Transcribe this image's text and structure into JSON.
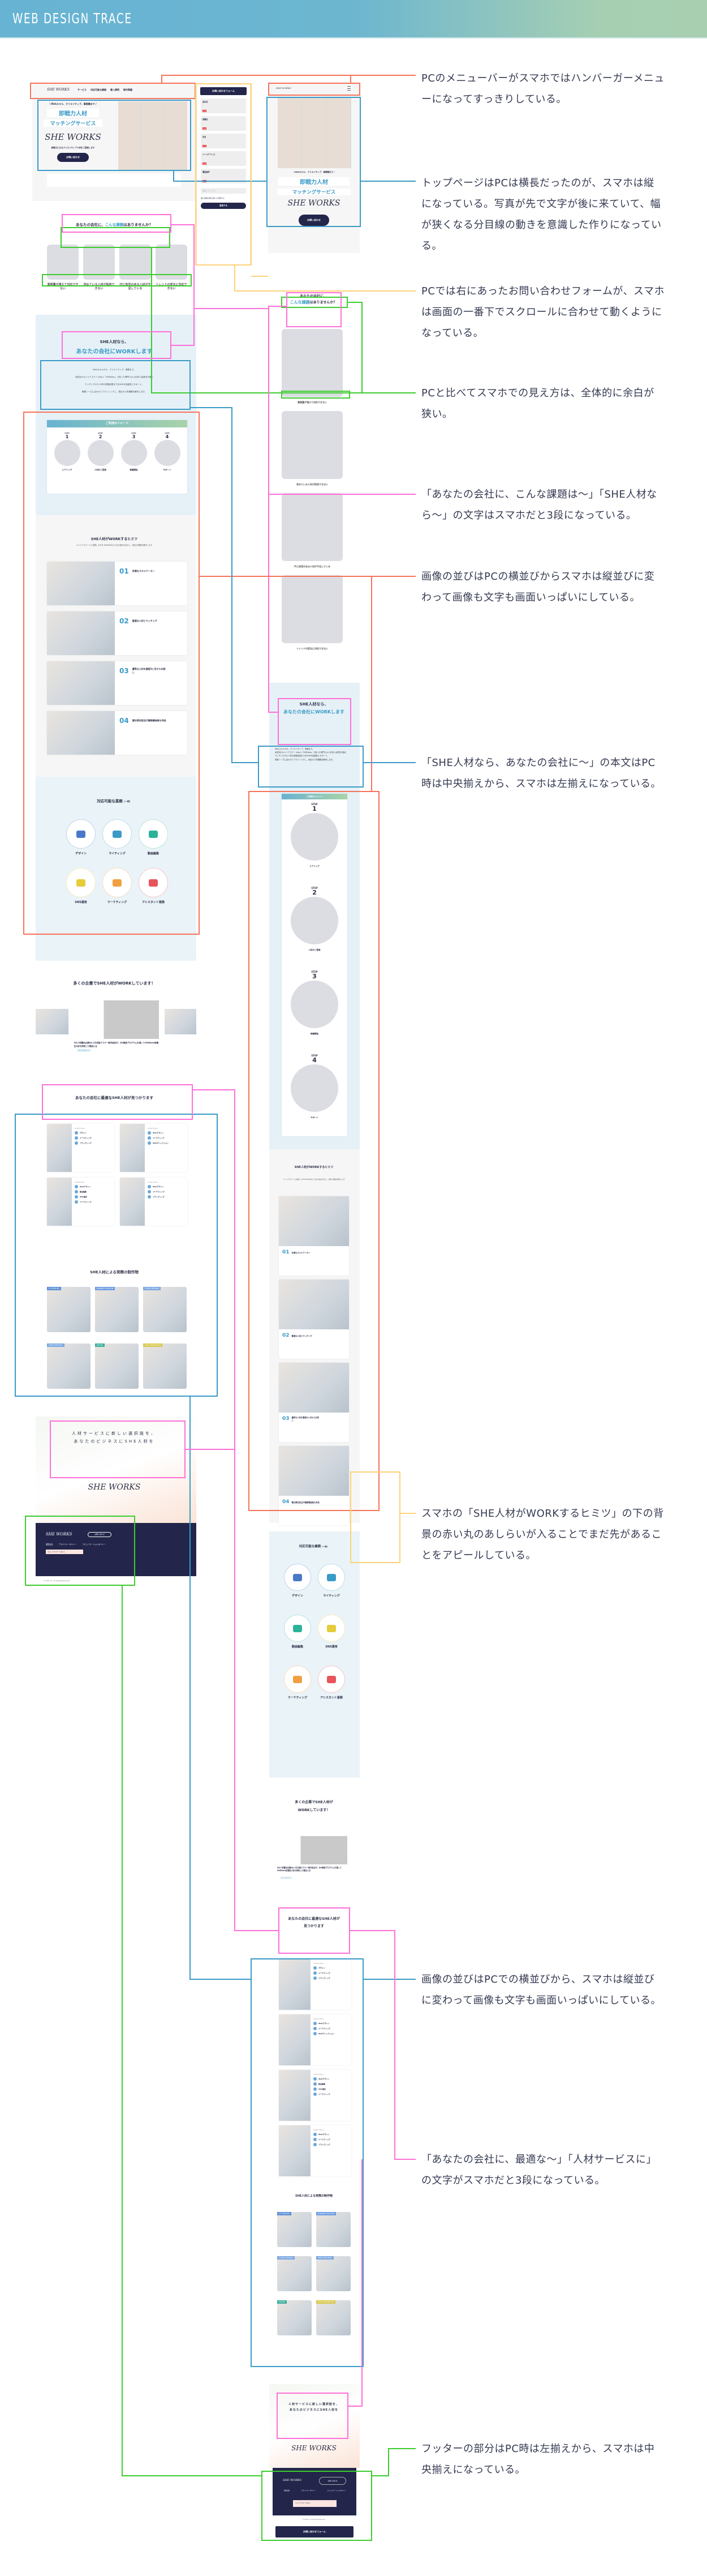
{
  "header": {
    "title": "WEB DESIGN TRACE"
  },
  "colors": {
    "red": "#f5735a",
    "blue": "#3a9bc7",
    "yellow": "#ffd27a",
    "green": "#3ccc2e",
    "pink": "#ff6fd8",
    "navy": "#23264a"
  },
  "annotations": [
    "PCのメニューバーがスマホではハンバーガーメニューになってすっきりしている。",
    "トップページはPCは横長だったのが、スマホは縦になっている。写真が先で文字が後に来ていて、幅が狭くなる分目線の動きを意識した作りになっている。",
    "PCでは右にあったお問い合わせフォームが、スマホは画面の一番下でスクロールに合わせて動くようになっている。",
    "PCと比べてスマホでの見え方は、全体的に余白が狭い。",
    "「あなたの会社に、こんな課題は～」「SHE人材なら～」の文字はスマホだと3段になっている。",
    "画像の並びはPCの横並びからスマホは縦並びに変わって画像も文字も画面いっぱいにしている。",
    "「SHE人材なら、あなたの会社に～」の本文はPC時は中央揃えから、スマホは左揃えになっている。",
    "スマホの「SHE人材がWORKするヒミツ」の下の背景の赤い丸のあしらいが入ることでまだ先があることをアピールしている。",
    "画像の並びはPCでの横並びから、スマホは縦並びに変わって画像も文字も画面いっぱいにしている。",
    "「あなたの会社に、最適な～」「人材サービスに」の文字がスマホだと3段になっている。",
    "フッターの部分はPC時は左揃えから、スマホは中央揃えになっている。"
  ],
  "site": {
    "logo": "SHE WORKS",
    "nav": [
      "サービス",
      "対応可能な業務",
      "導入事例",
      "制作実績"
    ],
    "hero": {
      "catch": "\\ Webスキル、クリエイティブ、事務職まで /",
      "line1": "即戦力人材",
      "line2": "マッチングサービス",
      "sub": "即戦力になるクリエイティブ人材をご提案します",
      "cta": "お問い合わせ"
    },
    "form": {
      "title": "お問い合わせフォーム",
      "fields": [
        "会社名",
        "部署名",
        "氏名",
        "メールアドレス",
        "電話番号"
      ],
      "required": "必須",
      "select_placeholder": "選択してください",
      "agree": "個人情報の取り扱いに同意する",
      "submit": "送信する"
    },
    "problems": {
      "pre": "あなたの会社に、",
      "em": "こんな課題",
      "post": "はありませんか？",
      "items": [
        "業務量が増えて対応できない",
        "求めている人材が採用できない",
        "ITに知見のある人材が不足している",
        "トレンドの変化に対応できない"
      ]
    },
    "she": {
      "line1": "SHE人材なら、",
      "line2": "あなたの会社にWORKします",
      "body": [
        "Webスキルから、クリエイティブ、事務まで。",
        "女性向けキャリアスクールNo.1「SHElikes」で培った専門スキルを持つ会員を対象に",
        "マッチングから人材の初期定着までをSHEが全面的にサポート。",
        "事業ニーズに合わせてプランニングし、貴社の人的課題を解決します。"
      ]
    },
    "usage": {
      "title": "ご利用のイメージ",
      "step_label": "STEP",
      "steps": [
        {
          "n": "1",
          "name": "ヒアリング"
        },
        {
          "n": "2",
          "name": "人材のご提案"
        },
        {
          "n": "3",
          "name": "稼働開始"
        },
        {
          "n": "4",
          "name": "サポート"
        }
      ]
    },
    "secret": {
      "title": "SHE人材がWORKするヒミツ",
      "sub": "キャリアスクールと連携したSHE WORKSならではの強みを活かし、貴社の課題を解決します",
      "items": [
        {
          "n": "01",
          "title": "多様なスキルワーカー"
        },
        {
          "n": "02",
          "title": "最適な人材とマッチング"
        },
        {
          "n": "03",
          "title": "優秀な人材を最短3ヶ月からお試し"
        },
        {
          "n": "04",
          "title": "貴社専任担当が業務開始後も伴走"
        }
      ]
    },
    "tasks": {
      "title": "対応可能な業務",
      "note": "（一例）",
      "items": [
        {
          "name": "デザイン",
          "icon": "palette",
          "color": "#4a78c8"
        },
        {
          "name": "ライティング",
          "icon": "pencil",
          "color": "#3a9bc7"
        },
        {
          "name": "動画編集",
          "icon": "film",
          "color": "#2bb39a"
        },
        {
          "name": "SNS運用",
          "icon": "phone",
          "color": "#e6cc3a"
        },
        {
          "name": "マーケティング",
          "icon": "chart",
          "color": "#f0a040"
        },
        {
          "name": "アシスタント業務",
          "icon": "monitor",
          "color": "#e8545a"
        }
      ]
    },
    "cases": {
      "title": "多くの企業でSHE人材がWORKしています！",
      "caption": "DX人材輩出企業No.1を目指すコクー株式会社が、DX推進プログラムを通してSHElikes受講生3名を採用した理由とは",
      "date": "2023/04/17"
    },
    "match": {
      "title": "あなたの会社に最適なSHE人材が見つかります",
      "skill_label": "GOOD SKILL",
      "profiles": [
        {
          "skills": [
            "デザイン",
            "マーケティング",
            "ブランディング"
          ]
        },
        {
          "skills": [
            "Webデザイン",
            "マーケティング",
            "Webディレクション"
          ]
        },
        {
          "skills": [
            "Webデザイン",
            "動画編集",
            "SNS運用",
            "マーケティング"
          ]
        },
        {
          "skills": [
            "Webデザイン",
            "マーケティング",
            "ブランディング"
          ]
        }
      ]
    },
    "works": {
      "title": "SHE人材による実際の制作物",
      "tags": [
        "LP DESIGN",
        "BANNER DESIGN",
        "FLYER DESIGN",
        "WEB WRITING",
        "MOVIE",
        "SNS OPERATION"
      ]
    },
    "cta": {
      "line1": "人材サービスに新しい選択肢を、",
      "line2": "あなたのビジネスにSHE人材を"
    },
    "footer": {
      "links": [
        "運営会社",
        "プライバシーポリシー",
        "コミュニケーションポリシー"
      ],
      "contact": "お問い合わせ",
      "badge": "キャリアスクールNo.1",
      "copyright": "© SHE inc. All Rights Reserved.",
      "sp_form_button": "お問い合わせフォーム"
    }
  }
}
